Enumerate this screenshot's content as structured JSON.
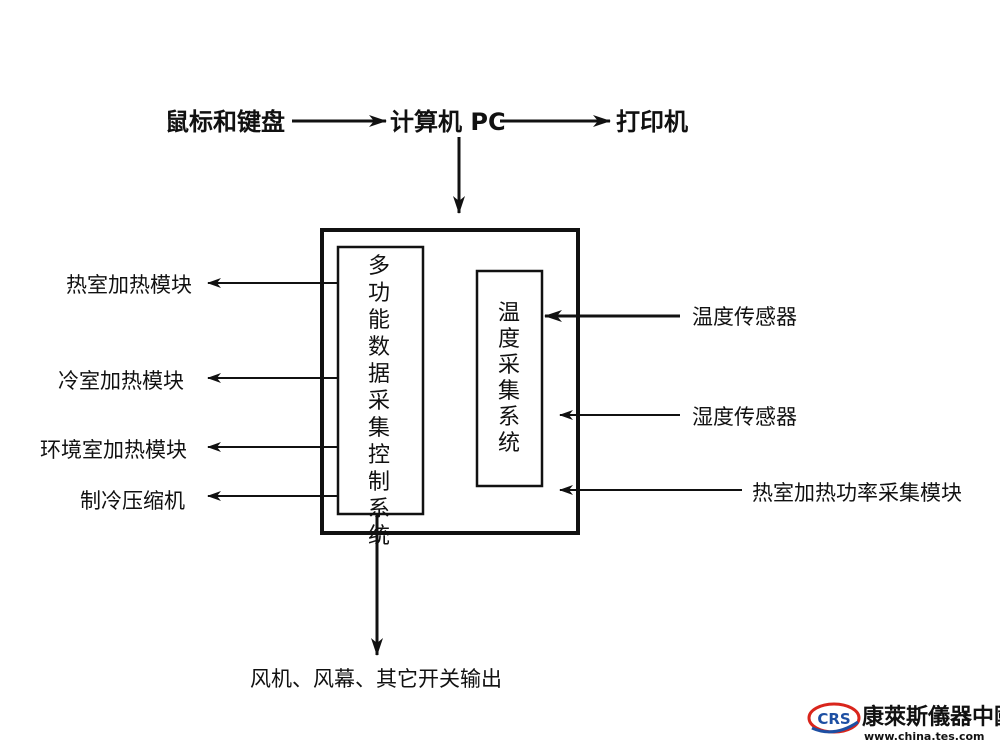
{
  "top": {
    "input": "鼠标和键盘",
    "computer": "计算机 PC",
    "printer": "打印机"
  },
  "main_box": {
    "left_module": "多功能数据采集控制系统",
    "right_module": "温度采集系统"
  },
  "outputs_left": [
    "热室加热模块",
    "冷室加热模块",
    "环境室加热模块",
    "制冷压缩机"
  ],
  "inputs_right": [
    "温度传感器",
    "湿度传感器",
    "热室加热功率采集模块"
  ],
  "bottom_output": "风机、风幕、其它开关输出",
  "watermark": {
    "logo": "CRS",
    "name": "康萊斯儀器中國",
    "url": "www.china.tes.com"
  },
  "colors": {
    "line": "#111111",
    "logo_red": "#d9251c",
    "logo_blue": "#1d4fa3"
  }
}
